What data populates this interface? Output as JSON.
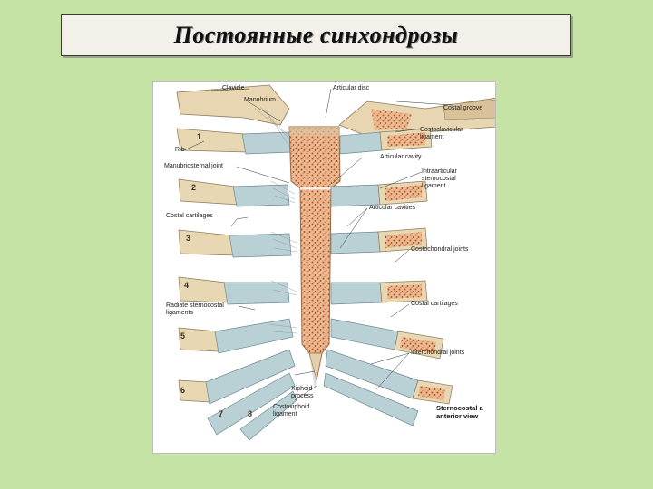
{
  "slide": {
    "title": "Постоянные синхондрозы"
  },
  "figure": {
    "labels": {
      "clavicle": "Clavicle",
      "manubrium": "Manubrium",
      "articular_disc": "Articular disc",
      "costal_groove": "Costal groove",
      "costoclavicular_ligament": "Costoclavicular\nligament",
      "rib": "Rib",
      "articular_cavity": "Articular cavity",
      "manubriosternal_joint": "Manubriosternal joint",
      "intraarticular_ligament": "Intraarticular\nsternocostal\nligament",
      "costal_cartilages_left": "Costal cartilages",
      "articular_cavities": "Articular cavities",
      "costochondral_joints": "Costochondral joints",
      "radiate_ligaments": "Radiate sternocostal\nligaments",
      "costal_cartilages_right": "Costal cartilages",
      "interchondral_joints": "Interchondral joints",
      "xiphoid_process": "Xiphoid\nprocess",
      "costoxiphoid_ligament": "Costoxiphoid\nligament",
      "caption": "Sternocostal a\nanterior view"
    },
    "rib_numbers": [
      "1",
      "2",
      "3",
      "4",
      "5",
      "6",
      "7",
      "8"
    ]
  }
}
